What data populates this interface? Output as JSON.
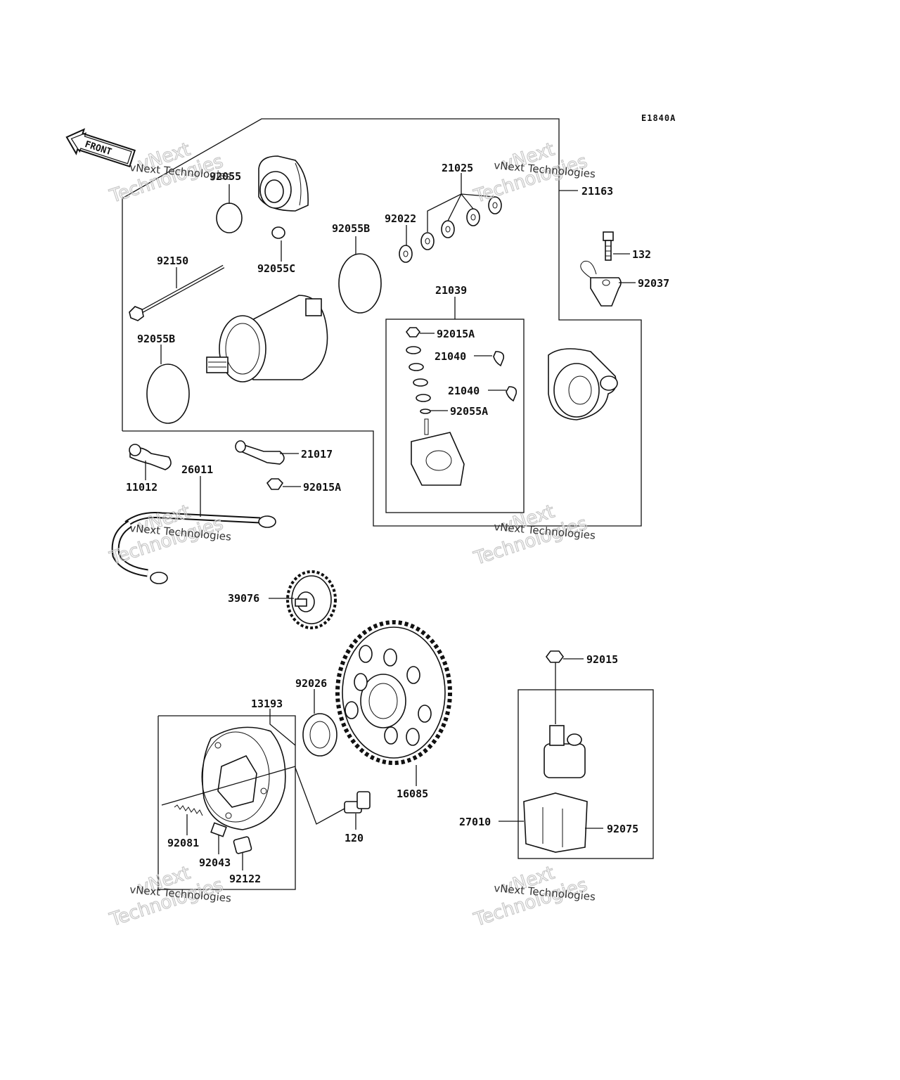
{
  "diagram_code": "E1840A",
  "front_label": "FRONT",
  "watermark": {
    "line1": "vNext Technologies",
    "line2": "vNext",
    "line3": "Technologies"
  },
  "parts": {
    "p92055": "92055",
    "p21025": "21025",
    "p21163": "21163",
    "p92022": "92022",
    "p92055B_top": "92055B",
    "p92055C": "92055C",
    "p92150": "92150",
    "p132": "132",
    "p92037": "92037",
    "p21039": "21039",
    "p92015A_top": "92015A",
    "p21040_a": "21040",
    "p21040_b": "21040",
    "p92055A": "92055A",
    "p92055B_left": "92055B",
    "p21017": "21017",
    "p11012": "11012",
    "p26011": "26011",
    "p92015A_mid": "92015A",
    "p39076": "39076",
    "p92015": "92015",
    "p92026": "92026",
    "p13193": "13193",
    "p16085": "16085",
    "p27010": "27010",
    "p92075": "92075",
    "p92081": "92081",
    "p120": "120",
    "p92043": "92043",
    "p92122": "92122"
  }
}
